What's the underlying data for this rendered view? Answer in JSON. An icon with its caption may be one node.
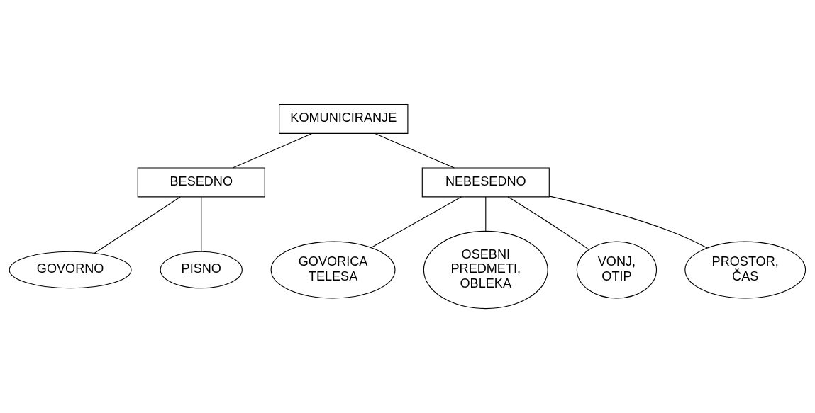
{
  "diagram": {
    "nodes": [
      {
        "text": [
          "KOMUNICIRANJE"
        ]
      },
      {
        "text": [
          "BESEDNO"
        ]
      },
      {
        "text": [
          "NEBESEDNO"
        ]
      },
      {
        "text": [
          "GOVORNO"
        ]
      },
      {
        "text": [
          "PISNO"
        ]
      },
      {
        "text": [
          "GOVORICA TELESA"
        ]
      },
      {
        "text": [
          "OSEBNI PREDMETI, OBLEKA"
        ]
      },
      {
        "text": [
          "VONJ, OTIP"
        ]
      },
      {
        "text": [
          "PROSTOR, ČAS"
        ]
      }
    ],
    "edges": [
      {
        "from": 0,
        "to": 1,
        "arrow": "none"
      },
      {
        "from": 0,
        "to": 2,
        "arrow": "none"
      },
      {
        "from": 1,
        "to": 3,
        "arrow": "none"
      },
      {
        "from": 1,
        "to": 4,
        "arrow": "none"
      },
      {
        "from": 2,
        "to": 5,
        "arrow": "none"
      },
      {
        "from": 2,
        "to": 6,
        "arrow": "none"
      },
      {
        "from": 2,
        "to": 7,
        "arrow": "none"
      },
      {
        "from": 2,
        "to": 8,
        "arrow": "none"
      }
    ]
  }
}
